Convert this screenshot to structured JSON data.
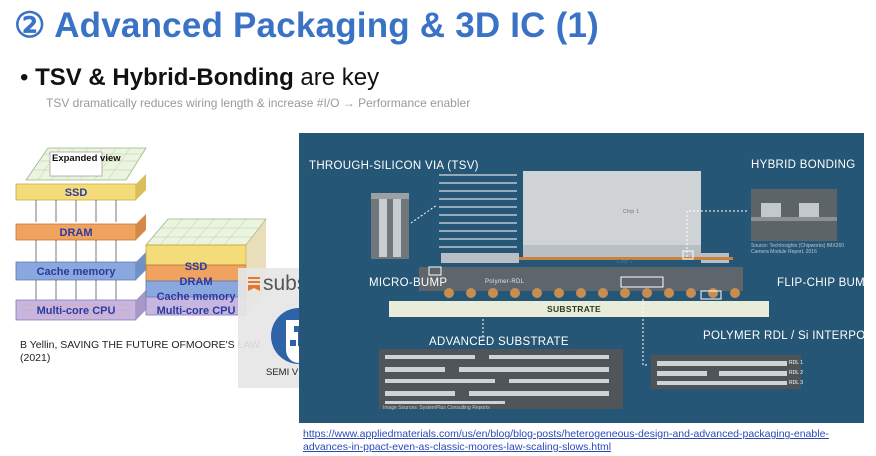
{
  "title": "② Advanced Packaging & 3D IC (1)",
  "bullet": {
    "marker": "•",
    "bold": "TSV & Hybrid-Bonding",
    "rest": " are key"
  },
  "subtitle": "TSV dramatically reduces wiring length & increase #I/O → Performance enabler",
  "stack_left": {
    "callout": "Expanded view",
    "layers": [
      "SSD",
      "DRAM",
      "Cache memory",
      "Multi-core CPU"
    ]
  },
  "stack_right": {
    "layers": [
      "SSD",
      "DRAM",
      "Cache memory",
      "Multi-core CPU"
    ]
  },
  "citation": "B Yellin, SAVING THE FUTURE OFMOORE'S LAW (2021)",
  "watermark": {
    "substack": "substack",
    "semi_vision": "SEMI VISION"
  },
  "diagram": {
    "tsv": "THROUGH-SILICON VIA (TSV)",
    "hybrid_bonding": "HYBRID BONDING",
    "micro_bump": "MICRO-BUMP",
    "flip_chip": "FLIP-CHIP BUMP",
    "substrate": "SUBSTRATE",
    "advanced_substrate": "ADVANCED SUBSTRATE",
    "polymer_rdl": "POLYMER RDL / Si INTERPOSER",
    "chip1": "Chip 1",
    "chip2": "Chip 2",
    "polymer_rdl_inner": "Polymer-RDL",
    "hybrid_source": "Source: TechInsights (Chipworks) IMX260 Camera Module Report, 2016",
    "image_sources": "Image Sources: SystemPlus Consulting Reports",
    "rdl_labels": [
      "RDL 1",
      "RDL 2",
      "RDL 3"
    ]
  },
  "url": "https://www.appliedmaterials.com/us/en/blog/blog-posts/heterogeneous-design-and-advanced-packaging-enable-advances-in-ppact-even-as-classic-moores-law-scaling-slows.html",
  "colors": {
    "title": "#3a73c6",
    "panel": "#22506f",
    "ssd": "#f5dc7a",
    "dram": "#f0a35e",
    "cache": "#8aa8de",
    "cpu": "#b7a6d6"
  }
}
